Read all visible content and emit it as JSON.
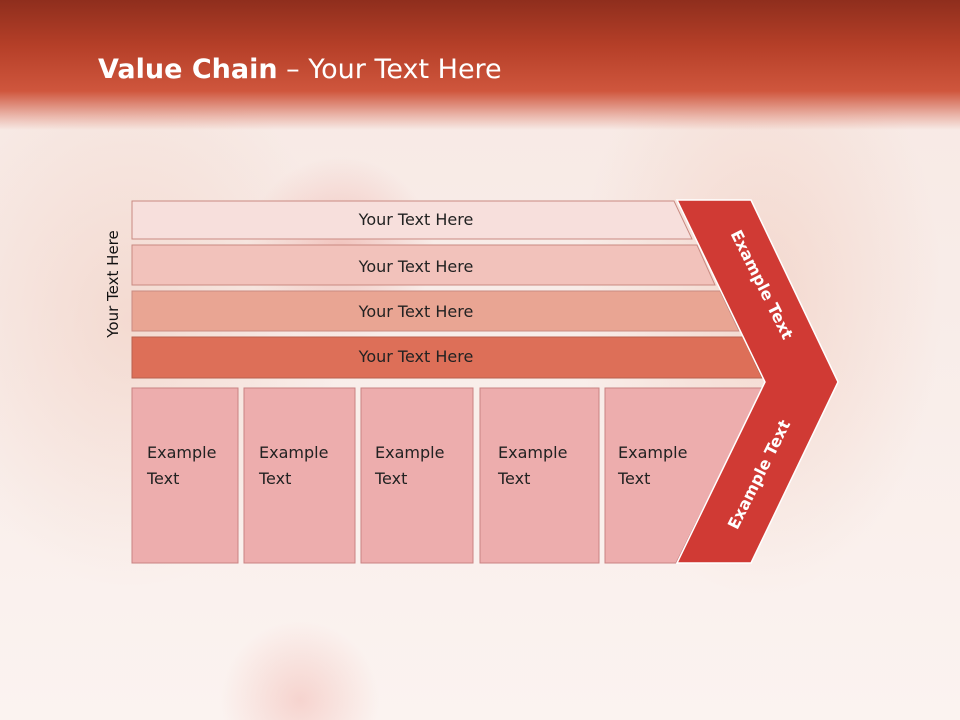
{
  "slide": {
    "title_bold": "Value Chain",
    "title_rest": " – Your Text Here",
    "side_label": "Your Text Here"
  },
  "rows": [
    {
      "label": "Your Text Here",
      "color": "#f7dfdc"
    },
    {
      "label": "Your Text Here",
      "color": "#f2c2bb"
    },
    {
      "label": "Your Text Here",
      "color": "#e9a593"
    },
    {
      "label": "Your Text Here",
      "color": "#dd6f58"
    }
  ],
  "boxes": [
    {
      "line1": "Example",
      "line2": "Text"
    },
    {
      "line1": "Example",
      "line2": "Text"
    },
    {
      "line1": "Example",
      "line2": "Text"
    },
    {
      "line1": "Example",
      "line2": "Text"
    },
    {
      "line1": "Example",
      "line2": "Text"
    }
  ],
  "chevron": {
    "top_label": "Example Text",
    "bottom_label": "Example Text",
    "color": "#d03a34"
  },
  "colors": {
    "box_fill": "#edadad",
    "box_stroke": "#c98282",
    "title_bar": "#c0462d"
  }
}
